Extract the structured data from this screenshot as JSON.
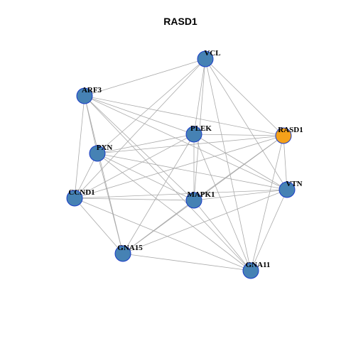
{
  "title": "RASD1",
  "colors": {
    "node_default": "#4682b4",
    "node_highlight": "#f4a11a",
    "node_border": "#1a3cc8",
    "edge": "#aaaaaa"
  },
  "nodes": [
    {
      "id": "VCL",
      "label": "VCL",
      "highlight": false
    },
    {
      "id": "ARF3",
      "label": "ARF3",
      "highlight": false
    },
    {
      "id": "PLEK",
      "label": "PLEK",
      "highlight": false
    },
    {
      "id": "RASD1",
      "label": "RASD1",
      "highlight": true
    },
    {
      "id": "PXN",
      "label": "PXN",
      "highlight": false
    },
    {
      "id": "VTN",
      "label": "VTN",
      "highlight": false
    },
    {
      "id": "CCND1",
      "label": "CCND1",
      "highlight": false
    },
    {
      "id": "MAPK1",
      "label": "MAPK1",
      "highlight": false
    },
    {
      "id": "GNA15",
      "label": "GNA15",
      "highlight": false
    },
    {
      "id": "GNA11",
      "label": "GNA11",
      "highlight": false
    }
  ],
  "edges": [
    [
      "VCL",
      "ARF3"
    ],
    [
      "VCL",
      "PLEK"
    ],
    [
      "VCL",
      "RASD1"
    ],
    [
      "VCL",
      "PXN"
    ],
    [
      "VCL",
      "VTN"
    ],
    [
      "VCL",
      "MAPK1"
    ],
    [
      "VCL",
      "CCND1"
    ],
    [
      "VCL",
      "GNA11"
    ],
    [
      "ARF3",
      "PLEK"
    ],
    [
      "ARF3",
      "RASD1"
    ],
    [
      "ARF3",
      "PXN"
    ],
    [
      "ARF3",
      "VTN"
    ],
    [
      "ARF3",
      "CCND1"
    ],
    [
      "ARF3",
      "MAPK1"
    ],
    [
      "ARF3",
      "GNA15"
    ],
    [
      "ARF3",
      "GNA11"
    ],
    [
      "PLEK",
      "RASD1"
    ],
    [
      "PLEK",
      "PXN"
    ],
    [
      "PLEK",
      "VTN"
    ],
    [
      "PLEK",
      "CCND1"
    ],
    [
      "PLEK",
      "MAPK1"
    ],
    [
      "PLEK",
      "GNA15"
    ],
    [
      "PLEK",
      "GNA11"
    ],
    [
      "RASD1",
      "PXN"
    ],
    [
      "RASD1",
      "VTN"
    ],
    [
      "RASD1",
      "MAPK1"
    ],
    [
      "RASD1",
      "GNA15"
    ],
    [
      "RASD1",
      "GNA11"
    ],
    [
      "RASD1",
      "CCND1"
    ],
    [
      "PXN",
      "VTN"
    ],
    [
      "PXN",
      "CCND1"
    ],
    [
      "PXN",
      "MAPK1"
    ],
    [
      "PXN",
      "GNA15"
    ],
    [
      "PXN",
      "GNA11"
    ],
    [
      "VTN",
      "CCND1"
    ],
    [
      "VTN",
      "MAPK1"
    ],
    [
      "VTN",
      "GNA15"
    ],
    [
      "VTN",
      "GNA11"
    ],
    [
      "CCND1",
      "MAPK1"
    ],
    [
      "CCND1",
      "GNA15"
    ],
    [
      "CCND1",
      "GNA11"
    ],
    [
      "MAPK1",
      "GNA15"
    ],
    [
      "MAPK1",
      "GNA11"
    ],
    [
      "GNA15",
      "GNA11"
    ]
  ]
}
